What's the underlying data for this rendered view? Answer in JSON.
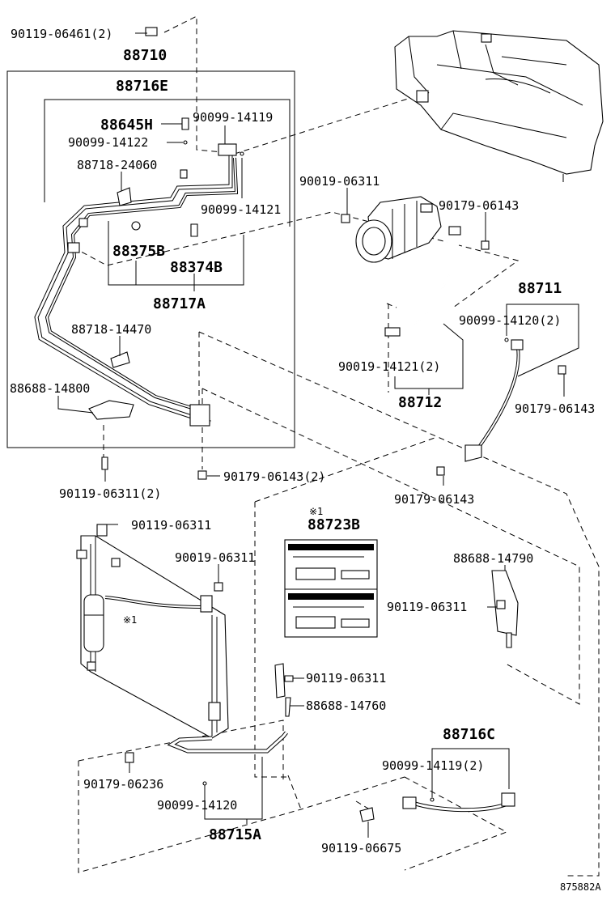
{
  "labels": {
    "p_90119_06461": "90119-06461(2)",
    "p_88710": "88710",
    "p_88716e": "88716E",
    "p_88645h": "88645H",
    "p_90099_14119": "90099-14119",
    "p_90099_14122": "90099-14122",
    "p_88718_24060": "88718-24060",
    "p_90099_14121": "90099-14121",
    "p_88375b": "88375B",
    "p_88374b": "88374B",
    "p_88717a": "88717A",
    "p_88718_14470": "88718-14470",
    "p_88688_14800": "88688-14800",
    "p_90119_06311_2": "90119-06311(2)",
    "p_90179_06143_2": "90179-06143(2)",
    "p_90019_06311_top": "90019-06311",
    "p_90179_06143_top": "90179-06143",
    "p_88711": "88711",
    "p_90099_14120_2": "90099-14120(2)",
    "p_90019_14121_2": "90019-14121(2)",
    "p_88712": "88712",
    "p_90179_06143_mid": "90179-06143",
    "p_90179_06143_low": "90179-06143",
    "p_90119_06311_cond": "90119-06311",
    "p_note_mark_1": "※1",
    "p_88723b": "88723B",
    "p_90019_06311_cond": "90019-06311",
    "p_note_mark_2": "※1",
    "p_88688_14790": "88688-14790",
    "p_90119_06311_right": "90119-06311",
    "p_90119_06311_low": "90119-06311",
    "p_88688_14760": "88688-14760",
    "p_88716c": "88716C",
    "p_90099_14119_2": "90099-14119(2)",
    "p_90179_06236": "90179-06236",
    "p_90099_14120": "90099-14120",
    "p_88715a": "88715A",
    "p_90119_06675": "90119-06675",
    "ref_number": "875882A"
  }
}
